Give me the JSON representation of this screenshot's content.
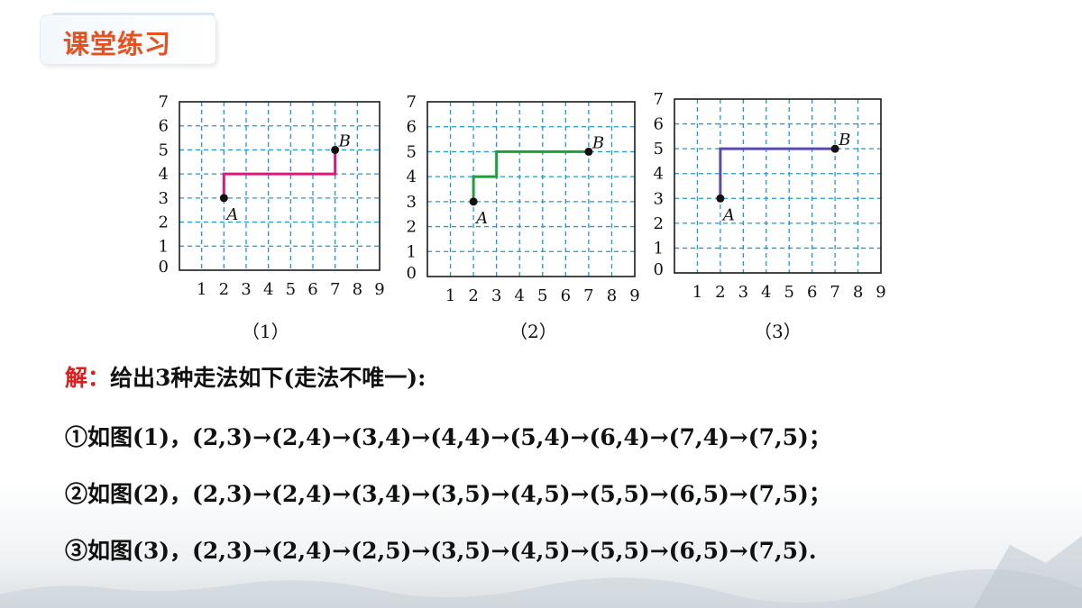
{
  "header": {
    "title": "课堂练习"
  },
  "figures": [
    {
      "caption": "（1）",
      "y_ticks": [
        "0",
        "1",
        "2",
        "3",
        "4",
        "5",
        "6",
        "7"
      ],
      "x_ticks": [
        "1",
        "2",
        "3",
        "4",
        "5",
        "6",
        "7",
        "8",
        "9"
      ],
      "path_color": "#d81b78",
      "path": [
        [
          2,
          3
        ],
        [
          2,
          4
        ],
        [
          7,
          4
        ],
        [
          7,
          5
        ]
      ],
      "point_a": {
        "label": "A",
        "x": 2,
        "y": 3
      },
      "point_b": {
        "label": "B",
        "x": 7,
        "y": 5
      }
    },
    {
      "caption": "（2）",
      "y_ticks": [
        "0",
        "1",
        "2",
        "3",
        "4",
        "5",
        "6",
        "7"
      ],
      "x_ticks": [
        "1",
        "2",
        "3",
        "4",
        "5",
        "6",
        "7",
        "8",
        "9"
      ],
      "path_color": "#1aa23a",
      "path": [
        [
          2,
          3
        ],
        [
          2,
          4
        ],
        [
          3,
          4
        ],
        [
          3,
          5
        ],
        [
          7,
          5
        ]
      ],
      "point_a": {
        "label": "A",
        "x": 2,
        "y": 3
      },
      "point_b": {
        "label": "B",
        "x": 7,
        "y": 5
      }
    },
    {
      "caption": "（3）",
      "y_ticks": [
        "0",
        "1",
        "2",
        "3",
        "4",
        "5",
        "6",
        "7"
      ],
      "x_ticks": [
        "1",
        "2",
        "3",
        "4",
        "5",
        "6",
        "7",
        "8",
        "9"
      ],
      "path_color": "#5a4bb0",
      "path": [
        [
          2,
          3
        ],
        [
          2,
          5
        ],
        [
          7,
          5
        ]
      ],
      "point_a": {
        "label": "A",
        "x": 2,
        "y": 3
      },
      "point_b": {
        "label": "B",
        "x": 7,
        "y": 5
      }
    }
  ],
  "solution": {
    "label": "解：",
    "intro": "给出3种走法如下(走法不唯一):",
    "lines": [
      "①如图(1)，(2,3)→(2,4)→(3,4)→(4,4)→(5,4)→(6,4)→(7,4)→(7,5)；",
      "②如图(2)，(2,3)→(2,4)→(3,4)→(3,5)→(4,5)→(5,5)→(6,5)→(7,5)；",
      "③如图(3)，(2,3)→(2,4)→(2,5)→(3,5)→(4,5)→(5,5)→(6,5)→(7,5)."
    ]
  },
  "colors": {
    "grid": "#1b9ad6",
    "title_text": "#e8511f",
    "solution_label": "#e01c1c"
  }
}
